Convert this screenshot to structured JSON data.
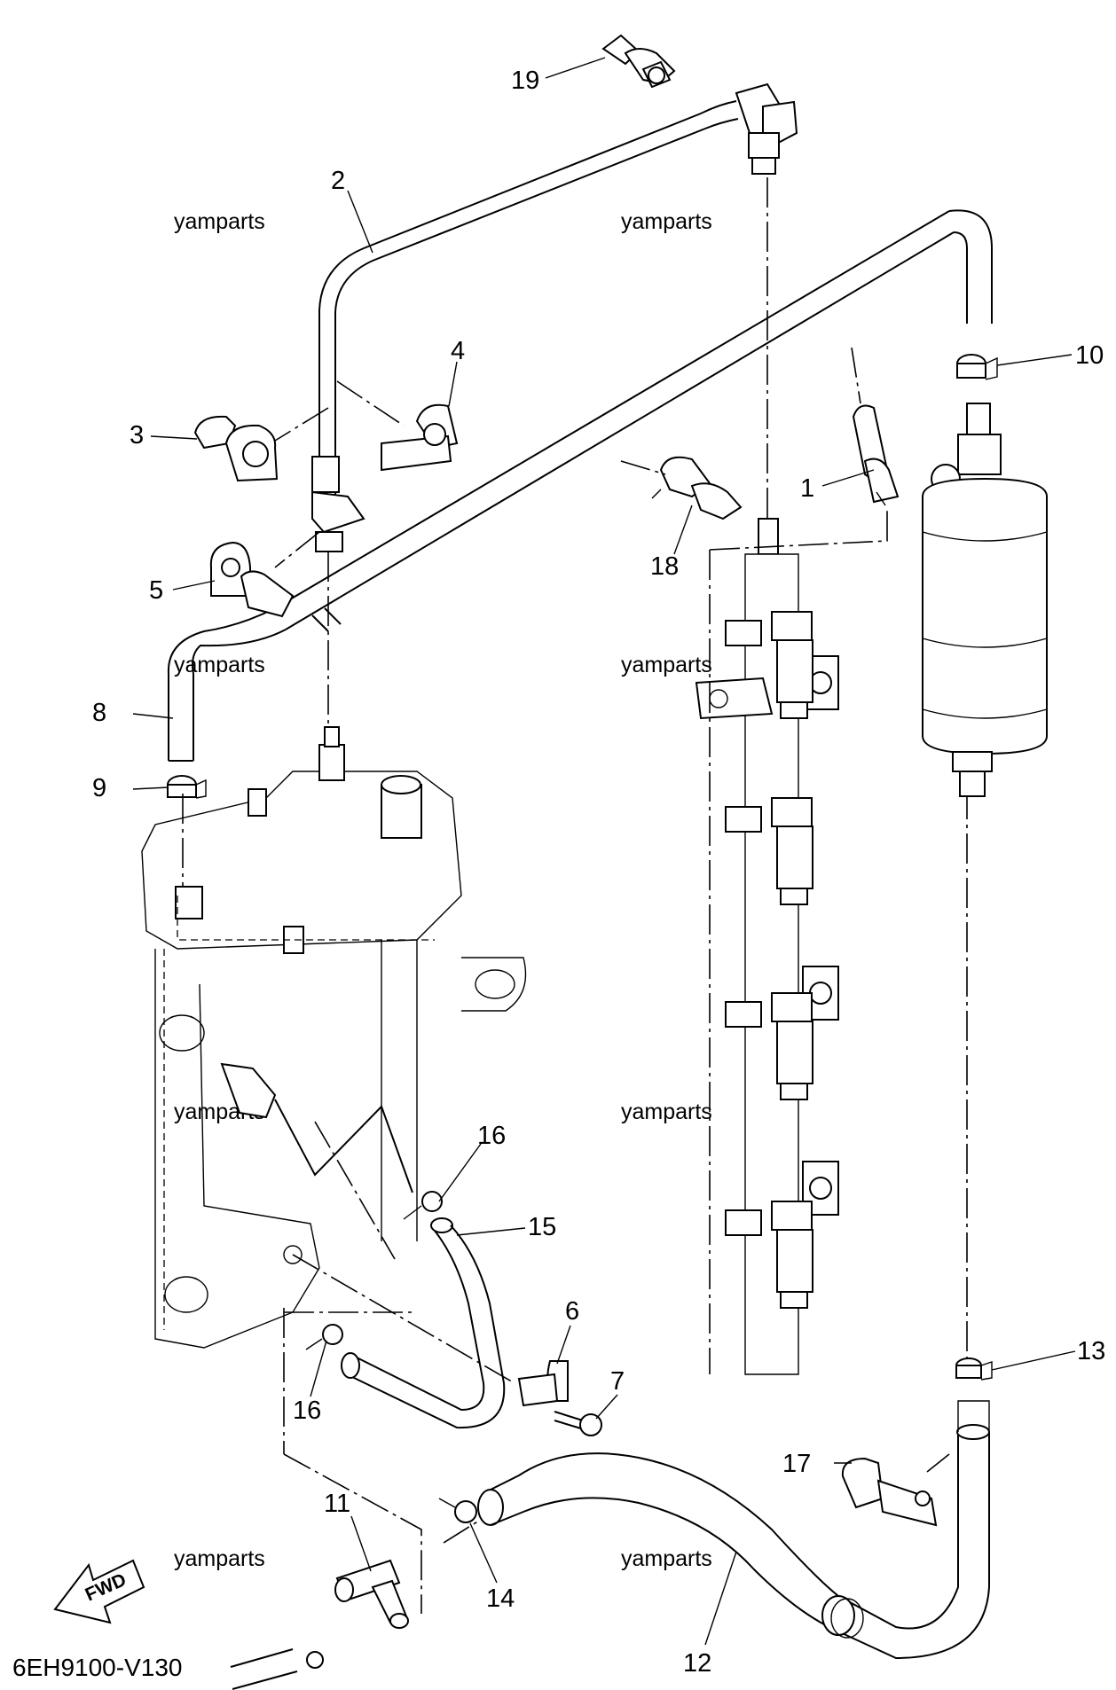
{
  "diagram": {
    "doc_code": "6EH9100-V130",
    "fwd_label": "FWD",
    "watermark": "yamparts",
    "part_numbers": [
      "1",
      "2",
      "3",
      "4",
      "5",
      "6",
      "7",
      "8",
      "9",
      "10",
      "11",
      "12",
      "13",
      "14",
      "15",
      "16",
      "17",
      "18",
      "19"
    ]
  }
}
